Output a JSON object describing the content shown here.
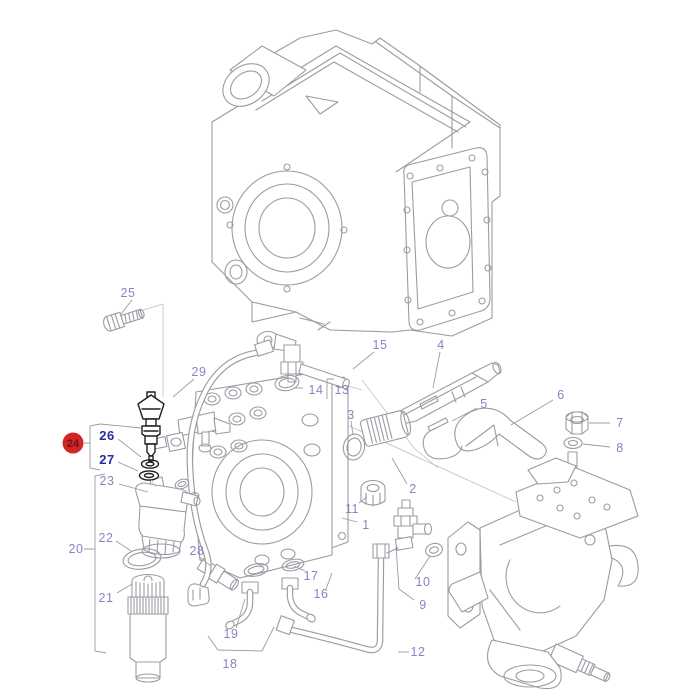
{
  "diagram": {
    "type": "exploded-parts-diagram",
    "subject": "transmission housing with hydraulic valve block, filter assembly and hydraulic pump",
    "highlighted_item": "24",
    "colors": {
      "line_gray": "#9b9ba4",
      "highlight_black": "#1f1f24",
      "label_blue": "#8585c2",
      "bold_label_navy": "#2a2aa4",
      "badge_red": "#cf2626",
      "badge_text_dark_red": "#771111",
      "background": "#ffffff"
    }
  },
  "callouts": {
    "c1": "1",
    "c2": "2",
    "c3": "3",
    "c4": "4",
    "c5": "5",
    "c6": "6",
    "c7": "7",
    "c8": "8",
    "c9": "9",
    "c10": "10",
    "c11": "11",
    "c12": "12",
    "c13": "13",
    "c14": "14",
    "c15": "15",
    "c16": "16",
    "c17": "17",
    "c18": "18",
    "c19": "19",
    "c20": "20",
    "c21": "21",
    "c22": "22",
    "c23": "23",
    "c24": "24",
    "c25": "25",
    "c26": "26",
    "c27": "27",
    "c28": "28",
    "c29": "29"
  }
}
